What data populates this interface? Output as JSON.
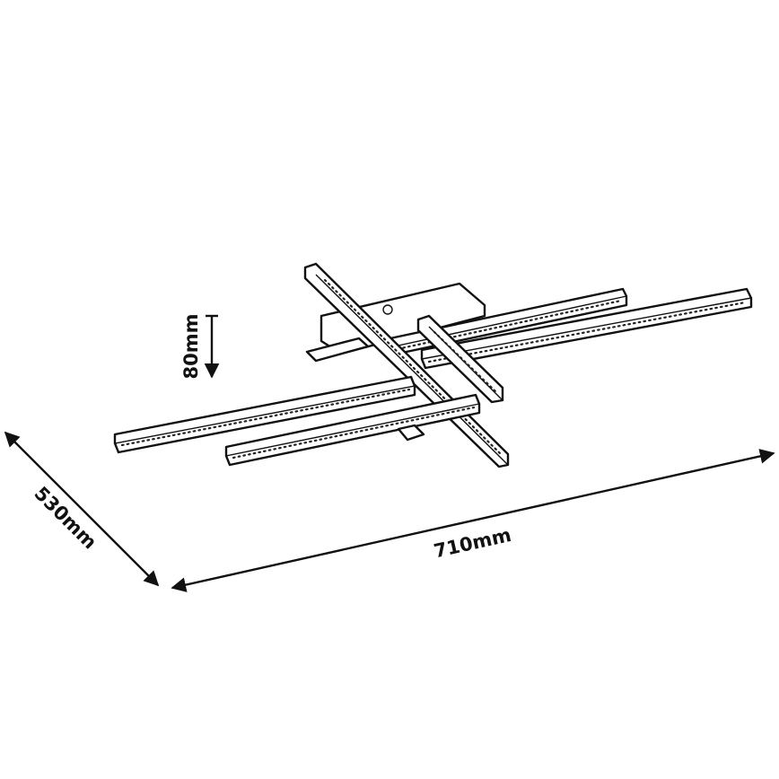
{
  "dimensions": {
    "height": "80mm",
    "depth": "530mm",
    "width": "710mm"
  },
  "colors": {
    "line": "#111111",
    "background": "#ffffff"
  }
}
